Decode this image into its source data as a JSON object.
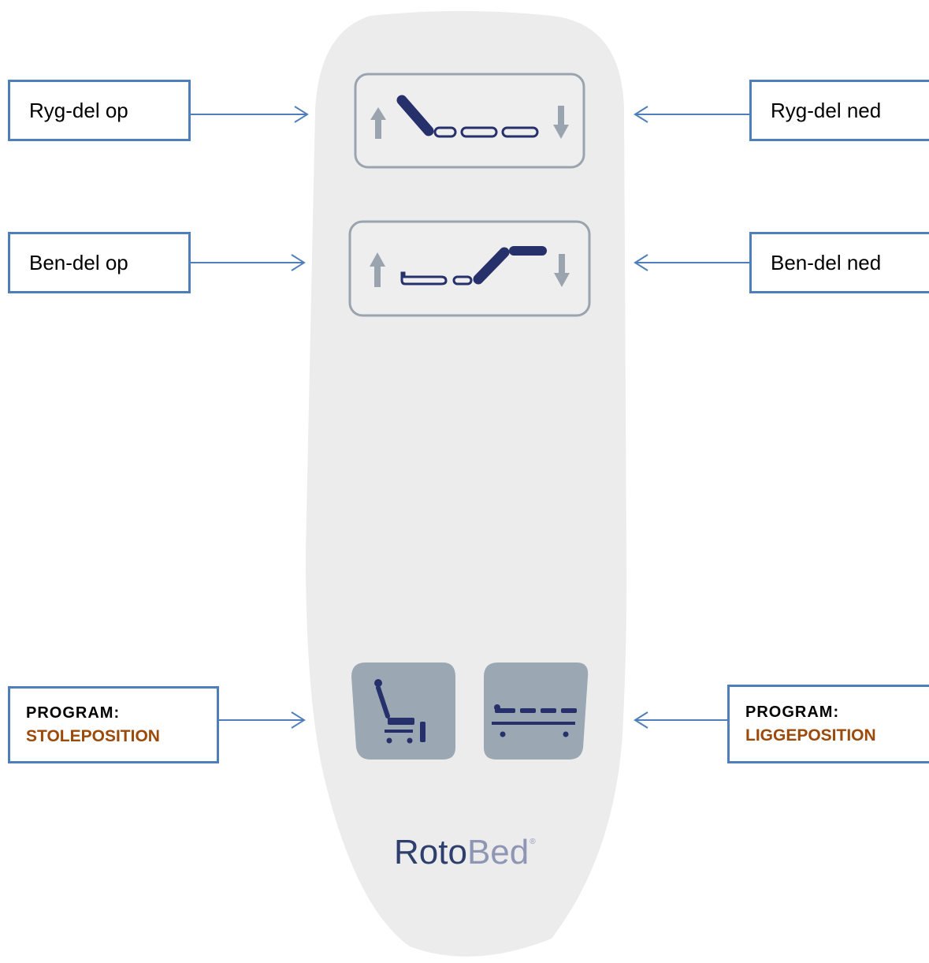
{
  "labels": {
    "back_up": "Ryg-del op",
    "back_down": "Ryg-del ned",
    "leg_up": "Ben-del op",
    "leg_down": "Ben-del ned",
    "program_chair_title": "PROGRAM:",
    "program_chair_value": "STOLEPOSITION",
    "program_bed_title": "PROGRAM:",
    "program_bed_value": "LIGGEPOSITION"
  },
  "brand": {
    "part1": "Roto",
    "part2": "Bed",
    "mark": "®"
  },
  "colors": {
    "callout_border": "#4f7fba",
    "arrow": "#4f7fba",
    "remote_body": "#ececed",
    "button_outline": "#9aa4ae",
    "icon_dark": "#26306b",
    "program_button_fill": "#9ba7b2",
    "program_text": "#9c4a0a"
  },
  "icons": [
    "arrow-up-icon",
    "arrow-down-icon",
    "backrest-icon",
    "legrest-icon",
    "chair-position-icon",
    "flat-position-icon"
  ]
}
